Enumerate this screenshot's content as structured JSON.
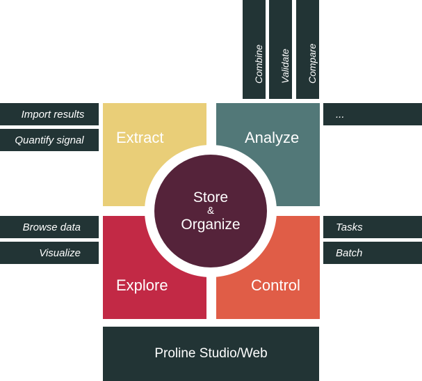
{
  "top_tasks": [
    "Combine",
    "Validate",
    "Compare"
  ],
  "left_tasks": {
    "extract": [
      "Import results",
      "Quantify signal"
    ],
    "explore": [
      "Browse data",
      "Visualize"
    ]
  },
  "right_tasks": {
    "analyze": [
      "..."
    ],
    "control": [
      "Tasks",
      "Batch"
    ]
  },
  "quadrants": {
    "extract": "Extract",
    "analyze": "Analyze",
    "explore": "Explore",
    "control": "Control"
  },
  "center": {
    "line1": "Store",
    "amp": "&",
    "line2": "Organize"
  },
  "bottom": "Proline Studio/Web",
  "colors": {
    "extract": "#E9CE78",
    "analyze": "#527878",
    "explore": "#C22945",
    "control": "#E05D47",
    "center": "#55233A",
    "dark": "#223435"
  }
}
